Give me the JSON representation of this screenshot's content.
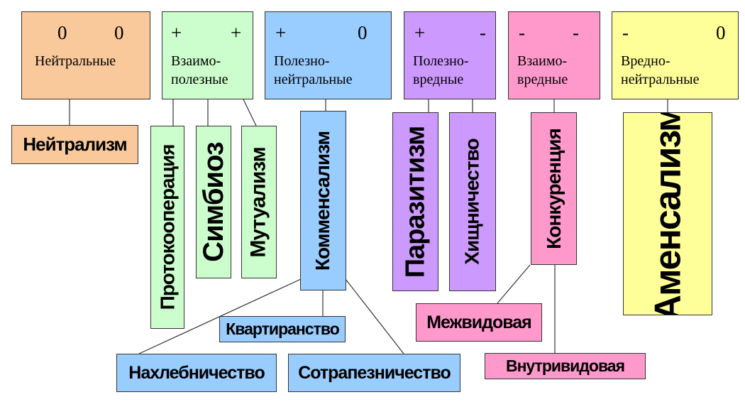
{
  "colors": {
    "orange": "#f9c89b",
    "green": "#ccfdcc",
    "blue": "#99ccff",
    "purple": "#cc99ff",
    "pink": "#ff99cc",
    "yellow": "#ffff99"
  },
  "categories": [
    {
      "sign1": "0",
      "sign2": "0",
      "name": "Нейтральные"
    },
    {
      "sign1": "+",
      "sign2": "+",
      "name": "Взаимо-\nполезные"
    },
    {
      "sign1": "+",
      "sign2": "0",
      "name": "Полезно-\nнейтральные"
    },
    {
      "sign1": "+",
      "sign2": "-",
      "name": "Полезно-\nвредные"
    },
    {
      "sign1": "-",
      "sign2": "-",
      "name": "Взаимо-\nвредные"
    },
    {
      "sign1": "-",
      "sign2": "0",
      "name": "Вредно-\nнейтральные"
    }
  ],
  "relations": {
    "neutralism": "Нейтрализм",
    "protocooperation": "Протокооперация",
    "symbiosis": "Симбиоз",
    "mutualism": "Мутуализм",
    "commensalism": "Комменсализм",
    "parasitism": "Паразитизм",
    "predation": "Хищничество",
    "competition": "Конкуренция",
    "amensalism": "Аменсализм"
  },
  "subtypes": {
    "quartering": "Квартиранство",
    "freeloading": "Нахлебничество",
    "commensal_feeding": "Сотрапезничество",
    "interspecific": "Межвидовая",
    "intraspecific": "Внутривидовая"
  }
}
